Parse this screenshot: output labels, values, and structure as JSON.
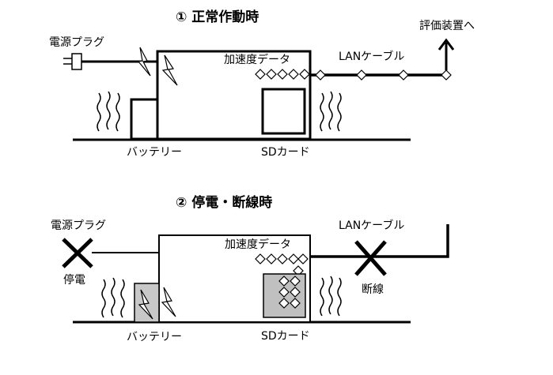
{
  "normal": {
    "title": "① 正常作動時",
    "power_plug": "電源プラグ",
    "accel_data": "加速度データ",
    "lan_cable": "LANケーブル",
    "to_evaluator": "評価装置へ",
    "battery": "バッテリー",
    "sd_card": "SDカード"
  },
  "outage": {
    "title": "② 停電・断線時",
    "power_plug": "電源プラグ",
    "accel_data": "加速度データ",
    "lan_cable": "LANケーブル",
    "power_outage": "停電",
    "disconnection": "断線",
    "battery": "バッテリー",
    "sd_card": "SDカード"
  },
  "colors": {
    "line": "#000000",
    "battery_fill_outage": "#c8c8c8",
    "sd_fill_outage": "#c0c0c0"
  },
  "icons": [
    "lightning-icon",
    "vibration-icon",
    "cross-mark-icon",
    "data-diamond-icon",
    "power-plug-icon",
    "up-arrow-icon"
  ]
}
